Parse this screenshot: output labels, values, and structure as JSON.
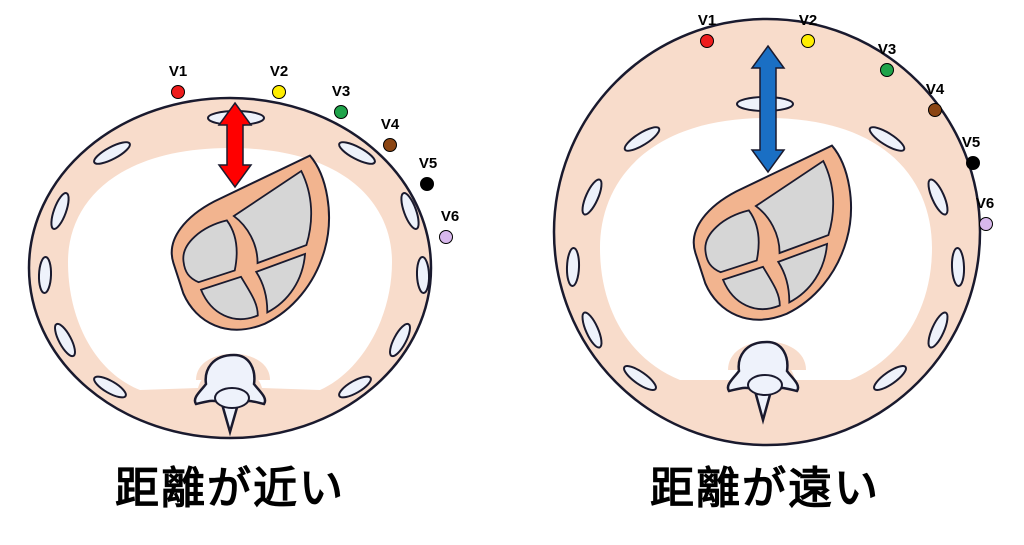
{
  "panels": [
    {
      "id": "near",
      "caption": "距離が近い",
      "arrow_color": "#ff0000",
      "leads": [
        {
          "label": "V1",
          "color": "#ee1c1c"
        },
        {
          "label": "V2",
          "color": "#ffee00"
        },
        {
          "label": "V3",
          "color": "#1fa34a"
        },
        {
          "label": "V4",
          "color": "#8b4513"
        },
        {
          "label": "V5",
          "color": "#000000"
        },
        {
          "label": "V6",
          "color": "#d8b8ec"
        }
      ]
    },
    {
      "id": "far",
      "caption": "距離が遠い",
      "arrow_color": "#1a6fc4",
      "leads": [
        {
          "label": "V1",
          "color": "#ee1c1c"
        },
        {
          "label": "V2",
          "color": "#ffee00"
        },
        {
          "label": "V3",
          "color": "#1fa34a"
        },
        {
          "label": "V4",
          "color": "#8b4513"
        },
        {
          "label": "V5",
          "color": "#000000"
        },
        {
          "label": "V6",
          "color": "#d8b8ec"
        }
      ]
    }
  ],
  "colors": {
    "tissue": "#f8dccb",
    "heart_muscle": "#f2b48f",
    "chamber": "#d6d6d6",
    "rib": "#eef2fb",
    "outline": "#1a1a2e"
  }
}
